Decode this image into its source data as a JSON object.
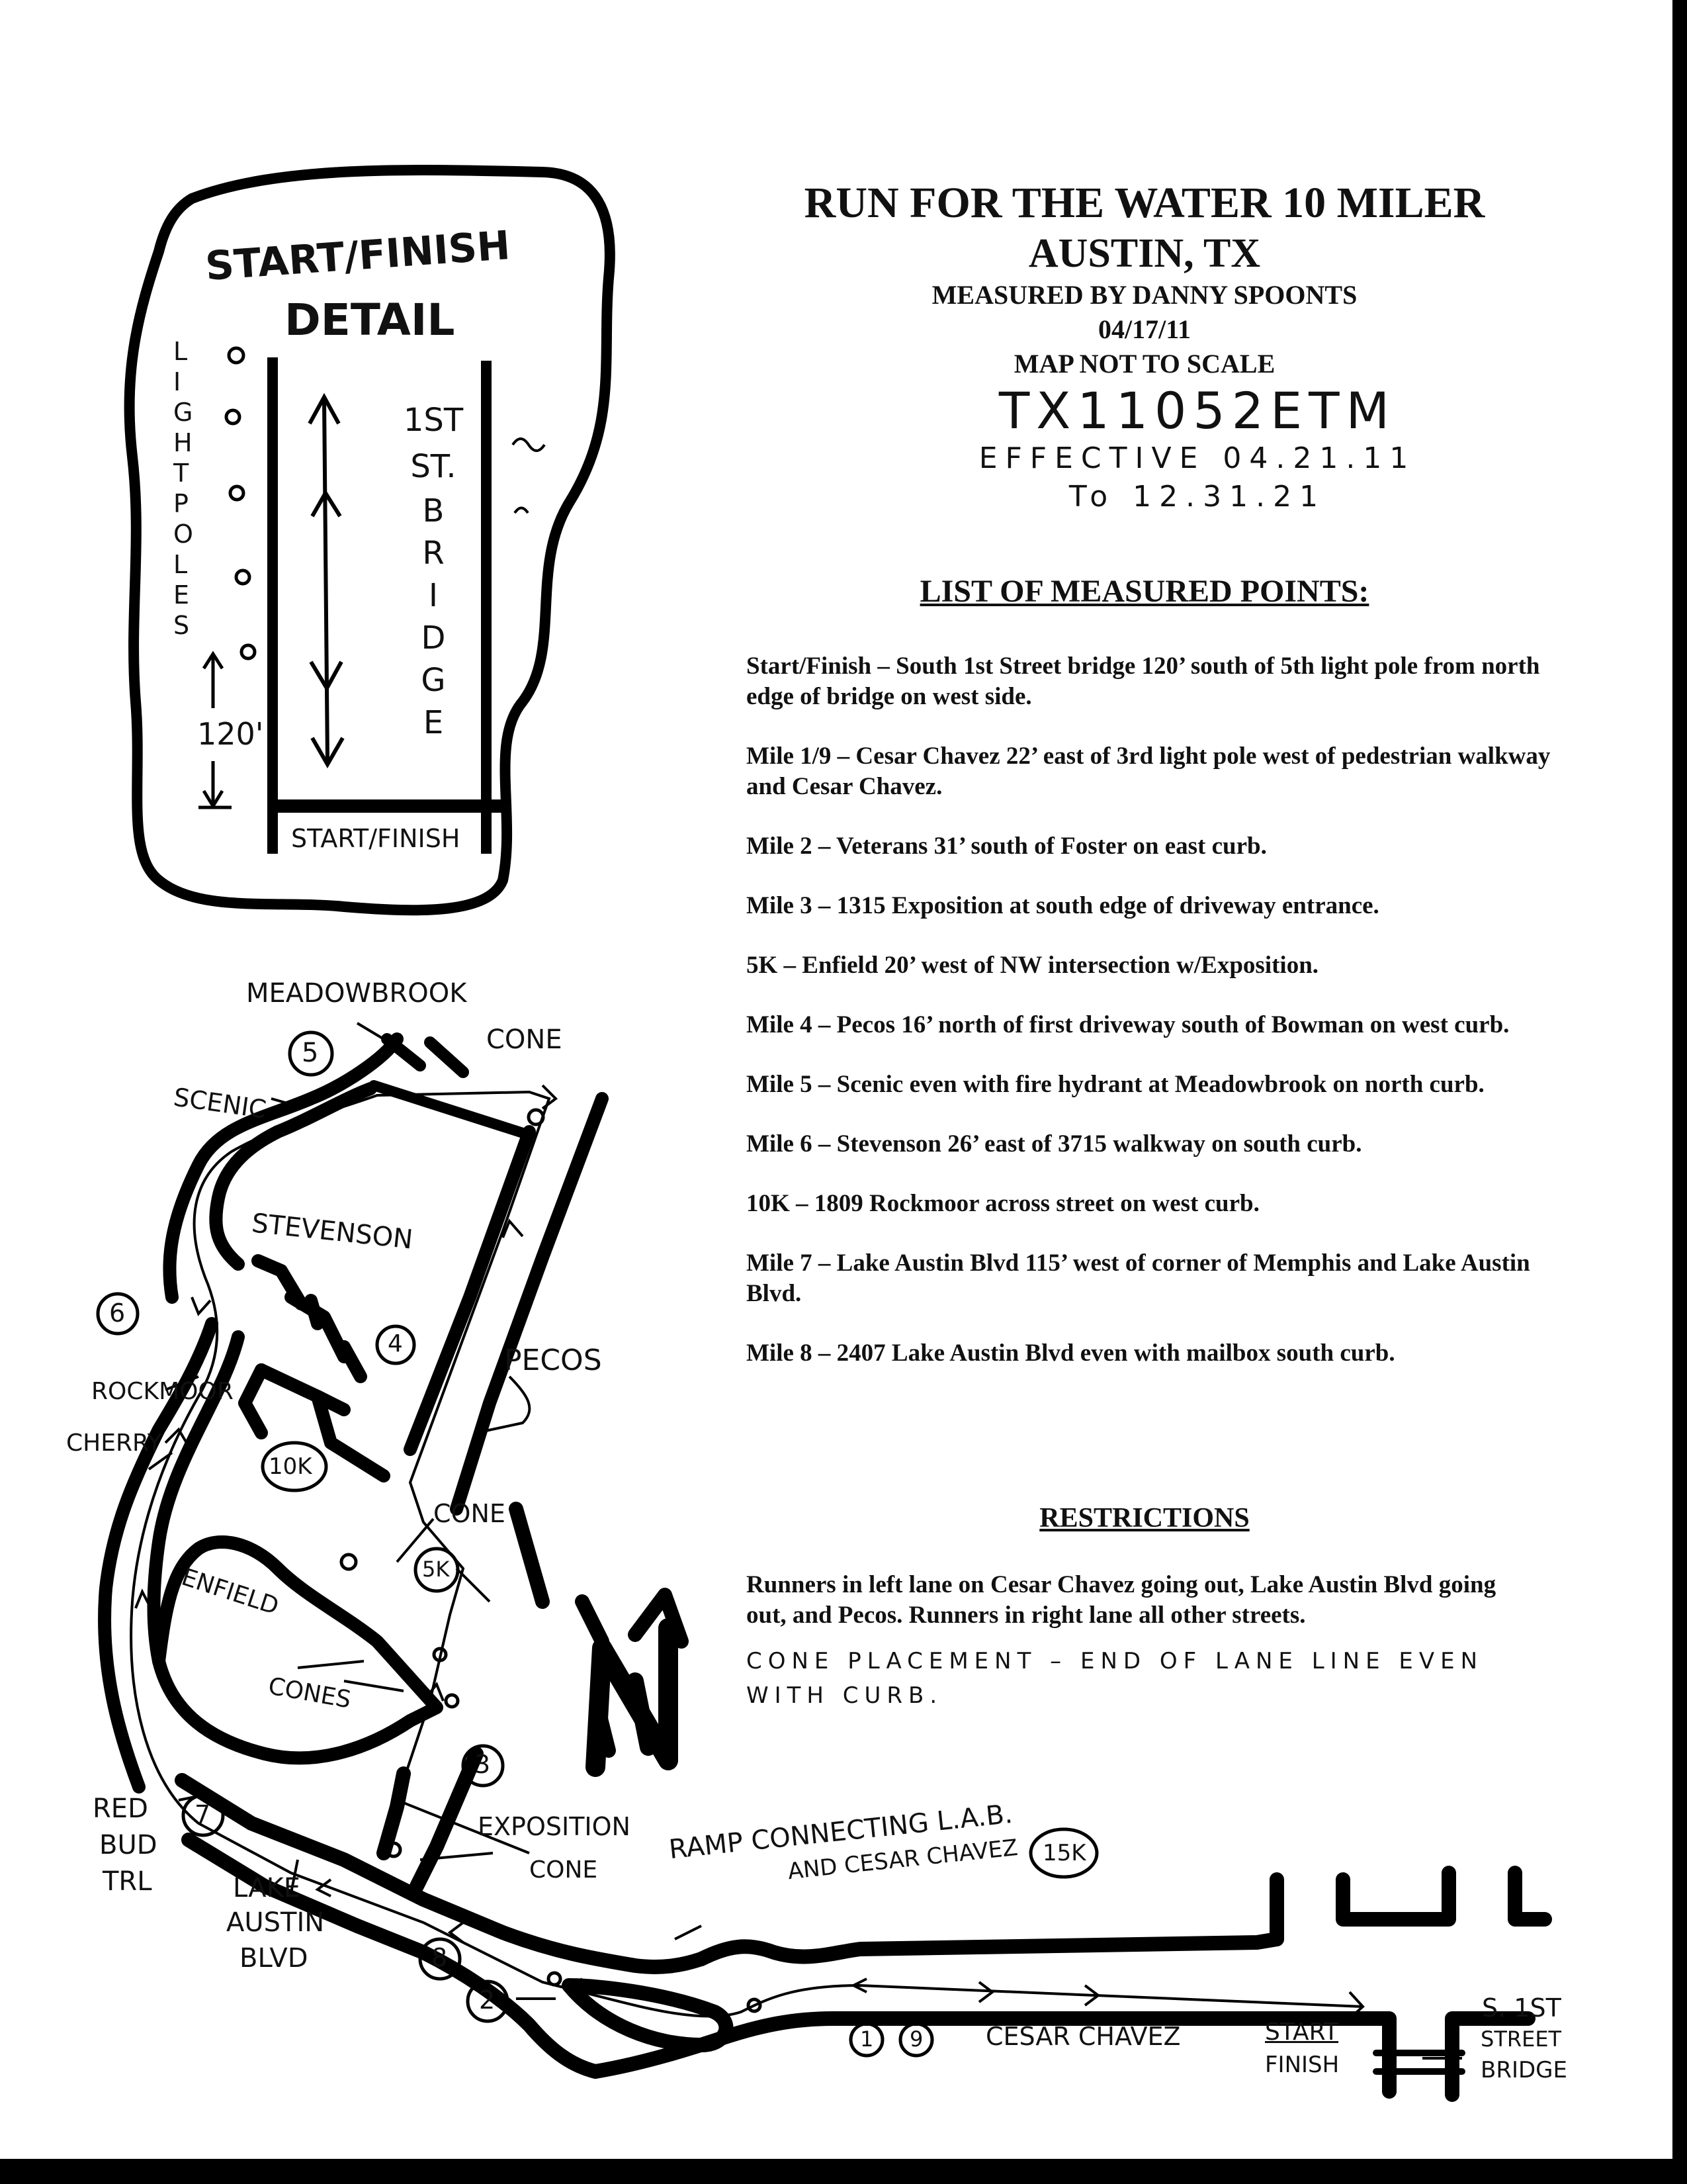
{
  "header": {
    "title": "RUN FOR THE WATER 10 MILER",
    "city": "AUSTIN, TX",
    "measured_by": "MEASURED BY DANNY SPOONTS",
    "date": "04/17/11",
    "scale_note": "MAP NOT TO SCALE"
  },
  "certification": {
    "code": "TX11052ETM",
    "effective": "EFFECTIVE 04.21.11",
    "expires": "To 12.31.21"
  },
  "points_heading": "LIST OF MEASURED POINTS:",
  "points": [
    "Start/Finish – South 1st Street bridge 120’ south of 5th light pole from north edge of bridge on west side.",
    "Mile 1/9 – Cesar Chavez 22’ east of 3rd light pole west of pedestrian walkway and Cesar Chavez.",
    "Mile 2 – Veterans 31’ south of Foster on east curb.",
    "Mile 3 – 1315 Exposition at south edge of driveway entrance.",
    "5K – Enfield 20’ west of NW intersection w/Exposition.",
    "Mile 4 – Pecos 16’ north of first driveway south of Bowman on west curb.",
    "Mile 5 – Scenic even with fire hydrant at Meadowbrook on north curb.",
    "Mile 6 – Stevenson 26’ east of 3715 walkway on south curb.",
    "10K – 1809 Rockmoor across street on west curb.",
    "Mile 7 – Lake Austin Blvd 115’ west of corner of Memphis and Lake Austin Blvd.",
    "Mile 8 – 2407 Lake Austin Blvd even with mailbox south curb."
  ],
  "restrictions_heading": "RESTRICTIONS",
  "restrictions_text": "Runners in left lane on Cesar Chavez going out, Lake Austin Blvd going out, and Pecos. Runners in right lane all other streets.",
  "cone_note": "CONE PLACEMENT – END OF LANE LINE EVEN WITH CURB.",
  "detail": {
    "title_line1": "START/FINISH",
    "title_line2": "DETAIL",
    "light_poles": [
      "L",
      "I",
      "G",
      "H",
      "T",
      "P",
      "O",
      "L",
      "E",
      "S"
    ],
    "bridge_letters": [
      "1ST",
      "ST.",
      "B",
      "R",
      "I",
      "D",
      "G",
      "E"
    ],
    "distance": "120'",
    "start_finish": "START/FINISH"
  },
  "map_labels": {
    "meadowbrook": "MEADOWBROOK",
    "cone_top": "CONE",
    "scenic": "SCENIC",
    "stevenson": "STEVENSON",
    "pecos": "PECOS",
    "rockmoor": "ROCKMOOR",
    "cherry": "CHERRY",
    "cone_mid": "CONE",
    "enfield": "ENFIELD",
    "cones": "CONES",
    "exposition": "EXPOSITION",
    "cone_low": "CONE",
    "ramp1": "RAMP CONNECTING L.A.B.",
    "ramp2": "AND CESAR CHAVEZ",
    "red_bud_1": "RED",
    "red_bud_2": "BUD",
    "red_bud_3": "TRL",
    "lake_1": "LAKE",
    "lake_2": "AUSTIN",
    "lake_3": "BLVD",
    "cesar_chavez": "CESAR CHAVEZ",
    "start_finish_1": "START",
    "start_finish_2": "FINISH",
    "bridge_1": "S. 1ST",
    "bridge_2": "STREET",
    "bridge_3": "BRIDGE",
    "north": "N"
  },
  "markers": {
    "m5": "5",
    "m6": "6",
    "m4": "4",
    "m10k": "10K",
    "m5k": "5K",
    "m3": "3",
    "m7": "7",
    "m8": "8",
    "m2": "2",
    "m1": "1",
    "m9": "9",
    "m15k": "15K"
  }
}
